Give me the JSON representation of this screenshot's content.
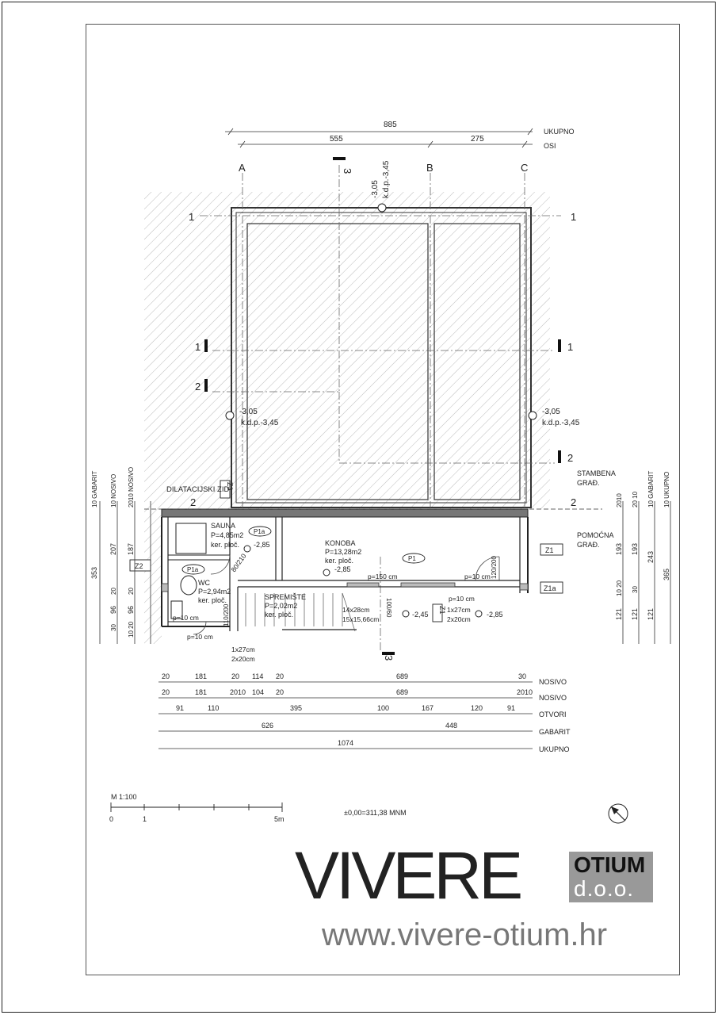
{
  "drawing": {
    "dims_top": {
      "overall": "885",
      "overall_label": "UKUPNO",
      "axes_a": "555",
      "axes_b": "275",
      "axes_label": "OSI"
    },
    "axes": {
      "a": "A",
      "b": "B",
      "c": "C"
    },
    "section_marks": {
      "s1": "1",
      "s2": "2",
      "s3": "3"
    },
    "levels": {
      "top": "-3,05",
      "top_kdp": "k.d.p.-3,45",
      "left": "-3,05",
      "left_kdp": "k.d.p.-3,45",
      "right": "-3,05",
      "right_kdp": "k.d.p.-3,45"
    },
    "dilatation": "DILATACIJSKI ZID",
    "stambena": "STAMBENA",
    "stambena2": "GRAĐ.",
    "pomocna": "POMOĆNA",
    "pomocna2": "GRAĐ.",
    "rooms": {
      "sauna": {
        "name": "SAUNA",
        "area": "P=4,85m2",
        "floor": "ker. ploč.",
        "level": "-2,85",
        "tag": "P1a"
      },
      "wc": {
        "name": "WC",
        "area": "P=2,94m2",
        "floor": "ker. ploč.",
        "tag": "P1a"
      },
      "konoba": {
        "name": "KONOBA",
        "area": "P=13,28m2",
        "floor": "ker. ploč.",
        "level": "-2,85",
        "tag": "P1"
      },
      "spremiste": {
        "name": "SPREMIŠTE",
        "area": "P=2,02m2",
        "floor": "ker. ploč."
      }
    },
    "openings": {
      "door_sauna": "80/210",
      "p150": "p=150 cm",
      "p10a": "p=10 cm",
      "p10b": "p=10 cm",
      "p10c": "p=10 cm",
      "p10d": "p=10 cm",
      "d120": "120/200",
      "d110": "110/200",
      "d100": "100/60",
      "stair1": "14x28cm",
      "stair2": "15x15,66cm",
      "step1a": "1x27cm",
      "step1b": "2x20cm",
      "step2a": "1x27cm",
      "step2b": "2x20cm",
      "lvl245": "-2,45",
      "lvl285": "-2,85"
    },
    "walls": {
      "z1": "Z1",
      "z1a": "Z1a",
      "z2": "Z2",
      "z3": "Z3"
    },
    "left_vertical": [
      "10 GABARIT",
      "10 NOSIVO",
      "2010 NOSIVO",
      "353",
      "207",
      "187",
      "20",
      "20",
      "96",
      "96",
      "30",
      "20",
      "10 20"
    ],
    "right_vertical": [
      "2010",
      "20 10",
      "10 GABARIT",
      "10 UKUPNO",
      "193",
      "193",
      "243",
      "365",
      "10 20",
      "30",
      "121",
      "121",
      "121"
    ],
    "bottom_rows": [
      {
        "label": "NOSIVO",
        "values": [
          "20",
          "181",
          "20",
          "114",
          "20",
          "689",
          "30"
        ]
      },
      {
        "label": "NOSIVO",
        "values": [
          "20",
          "181",
          "2010",
          "104",
          "20",
          "689",
          "2010"
        ]
      },
      {
        "label": "OTVORI",
        "values": [
          "91",
          "110",
          "395",
          "100",
          "167",
          "120",
          "91"
        ]
      },
      {
        "label": "GABARIT",
        "values": [
          "626",
          "448"
        ]
      },
      {
        "label": "UKUPNO",
        "values": [
          "1074"
        ]
      }
    ],
    "scale": {
      "label": "M 1:100",
      "t0": "0",
      "t1": "1",
      "t5": "5m"
    },
    "datum": "±0,00=311,38 MNM"
  },
  "brand": {
    "vivere": "VIVERE",
    "otium": "OTIUM",
    "doo": "d.o.o.",
    "url": "www.vivere-otium.hr"
  }
}
